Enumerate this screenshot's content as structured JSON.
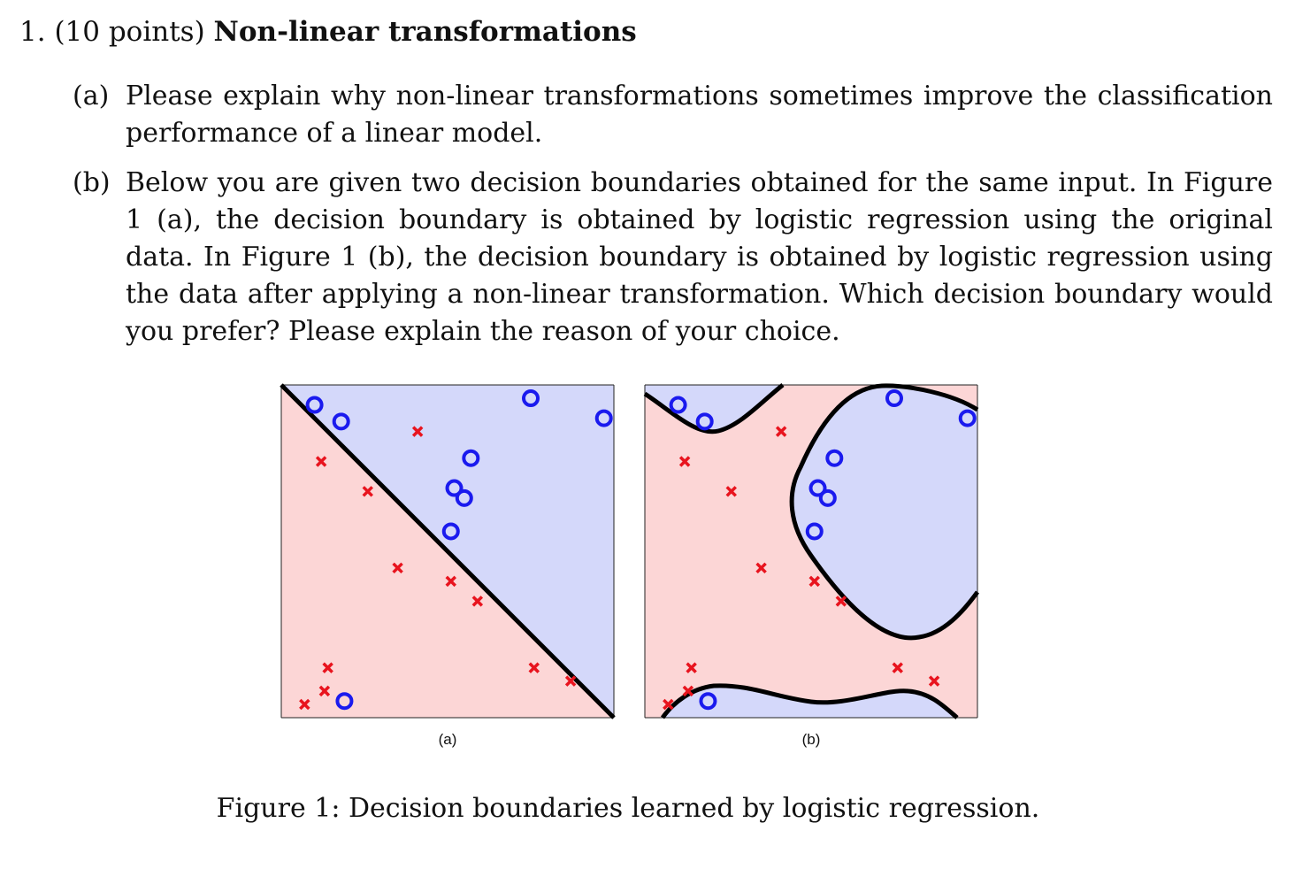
{
  "question": {
    "number": "1.",
    "points": "(10 points)",
    "title": "Non-linear transformations"
  },
  "parts": {
    "a": {
      "label": "(a)",
      "text": "Please explain why non-linear transformations sometimes improve the classification performance of a linear model."
    },
    "b": {
      "label": "(b)",
      "text": "Below you are given two decision boundaries obtained for the same input. In Figure 1 (a), the decision boundary is obtained by logistic regression using the original data. In Figure 1 (b), the decision boundary is obtained by logistic regression using the data after applying a non-linear transformation. Which decision boundary would you prefer? Please explain the reason of your choice."
    }
  },
  "figure": {
    "caption": "Figure 1: Decision boundaries learned by logistic regression.",
    "subcaptions": [
      "(a)",
      "(b)"
    ],
    "colors": {
      "class_o": "#1a1aee",
      "class_x": "#e8141e",
      "region_o": "#d4d8fa",
      "region_x": "#fcd6d6",
      "boundary": "#000000"
    },
    "class_o_points": [
      [
        0.1,
        0.94
      ],
      [
        0.18,
        0.89
      ],
      [
        0.75,
        0.96
      ],
      [
        0.97,
        0.9
      ],
      [
        0.57,
        0.78
      ],
      [
        0.52,
        0.69
      ],
      [
        0.55,
        0.66
      ],
      [
        0.51,
        0.56
      ],
      [
        0.19,
        0.05
      ]
    ],
    "class_x_points": [
      [
        0.12,
        0.77
      ],
      [
        0.41,
        0.86
      ],
      [
        0.26,
        0.68
      ],
      [
        0.35,
        0.45
      ],
      [
        0.51,
        0.41
      ],
      [
        0.59,
        0.35
      ],
      [
        0.07,
        0.04
      ],
      [
        0.14,
        0.15
      ],
      [
        0.13,
        0.08
      ],
      [
        0.76,
        0.15
      ],
      [
        0.87,
        0.11
      ]
    ]
  }
}
